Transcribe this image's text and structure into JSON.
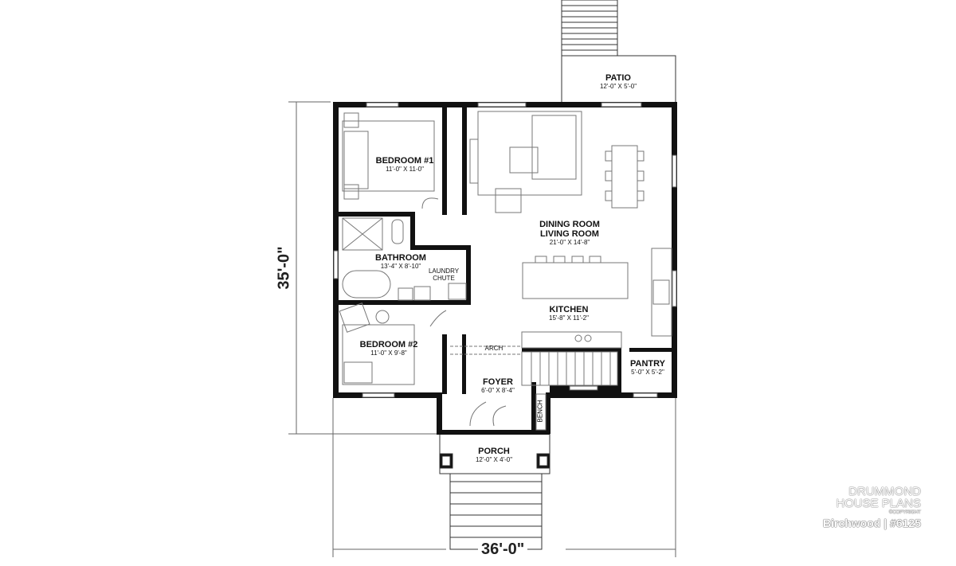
{
  "rooms": {
    "patio": {
      "name": "PATIO",
      "dims": "12'-0\" X 5'-0\""
    },
    "bedroom1": {
      "name": "BEDROOM #1",
      "dims": "11'-0\" X 11-0\""
    },
    "living": {
      "name1": "DINING ROOM",
      "name2": "LIVING ROOM",
      "dims": "21'-0\" X 14'-8\""
    },
    "bathroom": {
      "name": "BATHROOM",
      "dims": "13'-4\" X 8'-10\""
    },
    "laundry": {
      "line1": "LAUNDRY",
      "line2": "CHUTE"
    },
    "kitchen": {
      "name": "KITCHEN",
      "dims": "15'-8\" X 11'-2\""
    },
    "bedroom2": {
      "name": "BEDROOM #2",
      "dims": "11'-0\" X 9'-8\""
    },
    "arch": "ARCH",
    "pantry": {
      "name": "PANTRY",
      "dims": "5'-0\" X 5'-2\""
    },
    "foyer": {
      "name": "FOYER",
      "dims": "6'-0\" X 8'-4\""
    },
    "bench": "BENCH",
    "porch": {
      "name": "PORCH",
      "dims": "12'-0\" X 4'-0\""
    }
  },
  "dimensions": {
    "depth": "35'-0\"",
    "width": "36'-0\""
  },
  "branding": {
    "line1": "DRUMMOND",
    "line2": "HOUSE PLANS",
    "copyright": "©COPYRIGHT",
    "plan": "Birchwood | #6125"
  }
}
